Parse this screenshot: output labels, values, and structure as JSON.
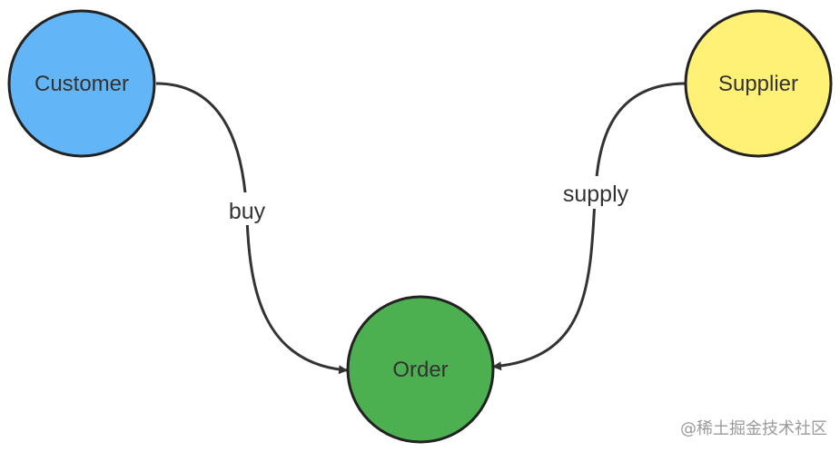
{
  "nodes": {
    "customer": {
      "label": "Customer",
      "color": "#62b5f7"
    },
    "supplier": {
      "label": "Supplier",
      "color": "#fff176"
    },
    "order": {
      "label": "Order",
      "color": "#4caf50"
    }
  },
  "edges": {
    "buy": {
      "label": "buy",
      "from": "Customer",
      "to": "Order"
    },
    "supply": {
      "label": "supply",
      "from": "Supplier",
      "to": "Order"
    }
  },
  "colors": {
    "stroke": "#222222",
    "text": "#333333"
  },
  "watermark": "@稀土掘金技术社区"
}
